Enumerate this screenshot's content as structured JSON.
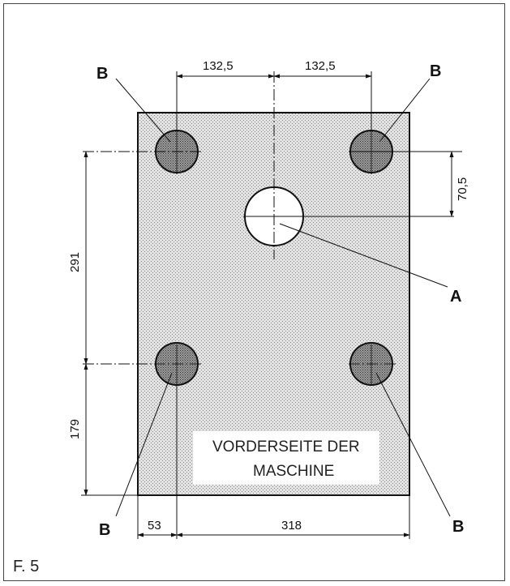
{
  "figure_label": "F. 5",
  "front_note": {
    "line1": "VORDERSEITE DER",
    "line2": "MASCHINE"
  },
  "labels": {
    "center_hole": "A",
    "mount": "B"
  },
  "dimensions": {
    "top_left": "132,5",
    "top_right": "132,5",
    "right_vertical": "70,5",
    "left_upper": "291",
    "left_lower": "179",
    "bottom_left": "53",
    "bottom_right": "318"
  }
}
